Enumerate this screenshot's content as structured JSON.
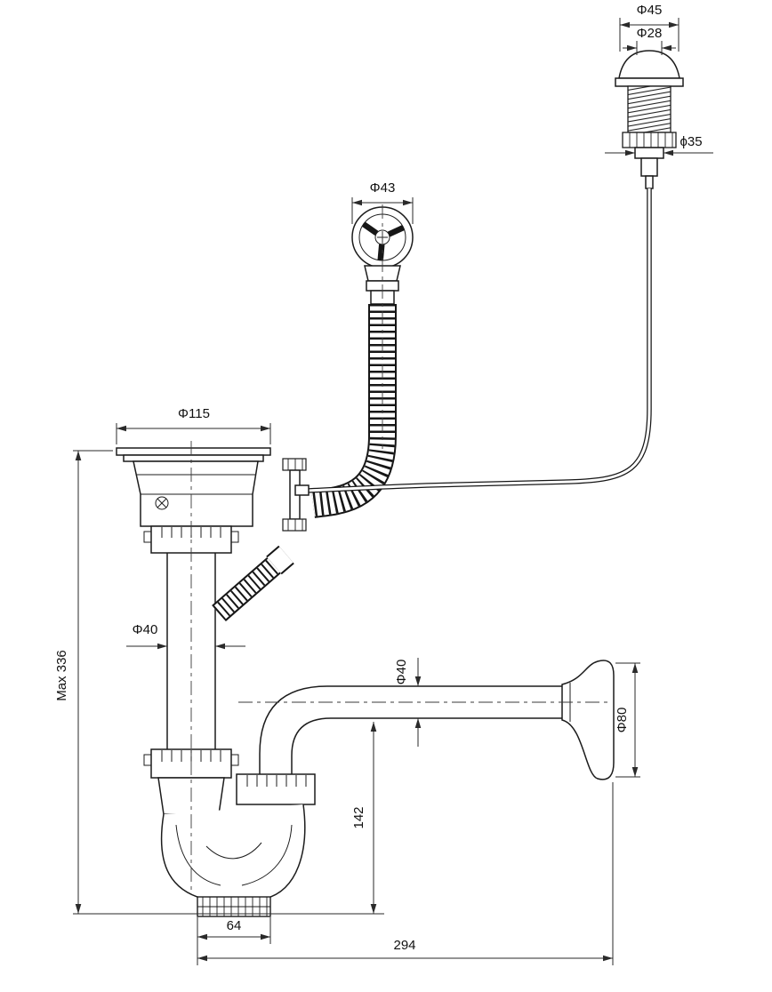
{
  "labels": {
    "dia45": "Φ45",
    "dia28": "Φ28",
    "dia35": "ϕ35",
    "dia43": "Φ43",
    "dia115": "Φ115",
    "max336": "Max 336",
    "dia40_tail": "Φ40",
    "dia40_out": "Φ40",
    "dia80": "Φ80",
    "h142": "142",
    "w64": "64",
    "w294": "294"
  }
}
